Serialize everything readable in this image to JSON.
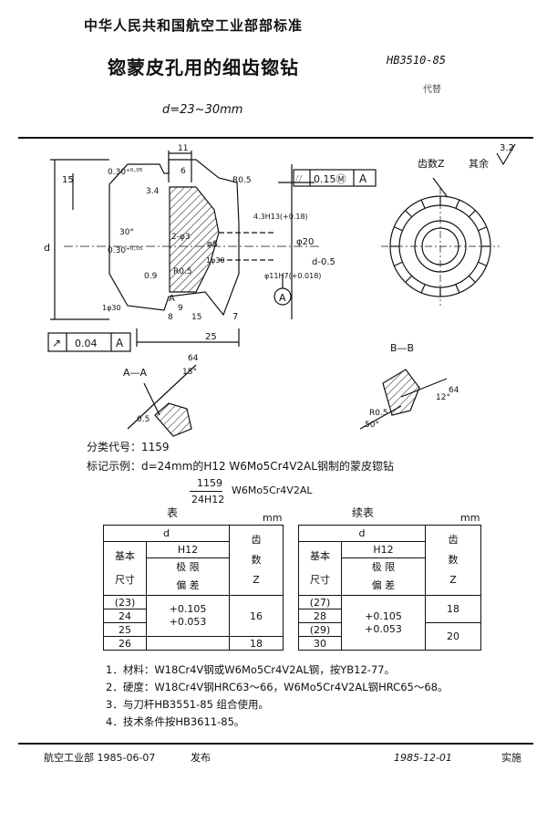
{
  "header": {
    "organization": "中华人民共和国航空工业部部标准",
    "standard_code": "HB3510-85",
    "title": "锪蒙皮孔用的细齿锪钻",
    "size_range": "d=23~30mm",
    "replaces": "代替"
  },
  "drawing": {
    "tolerance_box_top": [
      "⌰",
      "0.15Ⓜ",
      "A"
    ],
    "runout_box": [
      "↗",
      "0.04",
      "A"
    ],
    "roughness": "3.2",
    "roughness_rest": "其余",
    "teeth_label": "齿数Z",
    "datum": "A",
    "dims": {
      "d15": "15",
      "chamfer1": "0.30⁺⁰·⁰⁵",
      "chamfer2": "0.30⁺⁰·⁰⁵",
      "angle30": "30°",
      "w34": "3.4",
      "phi3": "2-φ3",
      "w11": "11",
      "w6": "6",
      "r05a": "R0.5",
      "r05b": "R0.5",
      "phi8": "φ8",
      "w09": "0.9",
      "w9": "9",
      "w8": "8",
      "w15b": "15",
      "w25": "25",
      "w7": "7",
      "d_label": "d",
      "phi20": "φ20",
      "d_minus": "d-0.5",
      "phi11": "φ11H7(+0.018)",
      "slot": "4.3H13(+0.18)",
      "phi1": "1φ30",
      "phi2": "1φ30",
      "a": "A"
    },
    "section_aa": {
      "label": "A—A",
      "angle": "15°",
      "dim": "0.5",
      "len": "64"
    },
    "section_bb": {
      "label": "B—B",
      "angle1": "12°",
      "angle2": "50°",
      "r": "R0.5",
      "len": "64"
    }
  },
  "classification": "分类代号：1159",
  "marking_example": "标记示例：d=24mm的H12  W6Mo5Cr4V2AL钢制的蒙皮锪钻",
  "marking_formula": {
    "numerator": "1159",
    "denominator": "24H12",
    "material": "W6Mo5Cr4V2AL"
  },
  "table_left": {
    "title": "表",
    "unit": "mm",
    "headers": {
      "d": "d",
      "basic": "基本",
      "size": "尺寸",
      "h12": "H12",
      "limit": "极  限",
      "deviation": "偏  差",
      "teeth": "齿",
      "count": "数",
      "z": "Z"
    },
    "rows": [
      {
        "size": "(23)"
      },
      {
        "size": "24"
      },
      {
        "size": "25"
      },
      {
        "size": "26"
      }
    ],
    "deviation_upper": "+0.105",
    "deviation_lower": "+0.053",
    "z_main": "16",
    "z_last": "18"
  },
  "table_right": {
    "title": "续表",
    "unit": "mm",
    "headers": {
      "d": "d",
      "basic": "基本",
      "size": "尺寸",
      "h12": "H12",
      "limit": "极  限",
      "deviation": "偏  差",
      "teeth": "齿",
      "count": "数",
      "z": "Z"
    },
    "rows": [
      {
        "size": "(27)"
      },
      {
        "size": "28"
      },
      {
        "size": "(29)"
      },
      {
        "size": "30"
      }
    ],
    "deviation_upper": "+0.105",
    "deviation_lower": "+0.053",
    "z_top": "18",
    "z_bottom": "20"
  },
  "notes": [
    "1．材料：W18Cr4V钢或W6Mo5Cr4V2AL钢，按YB12-77。",
    "2．硬度：W18Cr4V钢HRC63～66，W6Mo5Cr4V2AL钢HRC65～68。",
    "3．与刀杆HB3551-85 组合使用。",
    "4．技术条件按HB3611-85。"
  ],
  "footer": {
    "issuer": "航空工业部  1985-06-07",
    "issue_word": "发布",
    "effective_date": "1985-12-01",
    "effective_word": "实施"
  }
}
